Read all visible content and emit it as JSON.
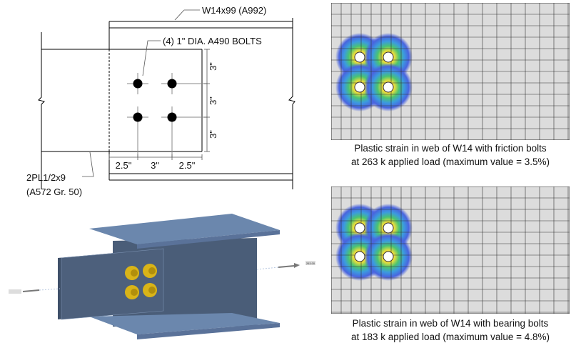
{
  "drawing": {
    "beam_label": "W14x99 (A992)",
    "bolts_label": "(4) 1\" DIA. A490 BOLTS",
    "plate_label_line1": "2PL1/2x9",
    "plate_label_line2": "(A572 Gr. 50)",
    "vertical_dims": [
      "3\"",
      "3\"",
      "3\""
    ],
    "horizontal_dims": [
      "2.5\"",
      "3\"",
      "2.5\""
    ]
  },
  "model3d": {
    "load_label_right": "263.00"
  },
  "colors": {
    "steel": "#4a5d78",
    "steel_light": "#6b87ad",
    "bolt": "#e2bd1a",
    "mesh_bg": "#dcdcdc"
  },
  "results": [
    {
      "caption_line1": "Plastic strain in web of W14 with friction bolts",
      "caption_line2": "at 263 k applied load (maximum value = 3.5%)"
    },
    {
      "caption_line1": "Plastic strain in web of W14 with bearing bolts",
      "caption_line2": "at 183 k applied load (maximum value = 4.8%)"
    }
  ]
}
